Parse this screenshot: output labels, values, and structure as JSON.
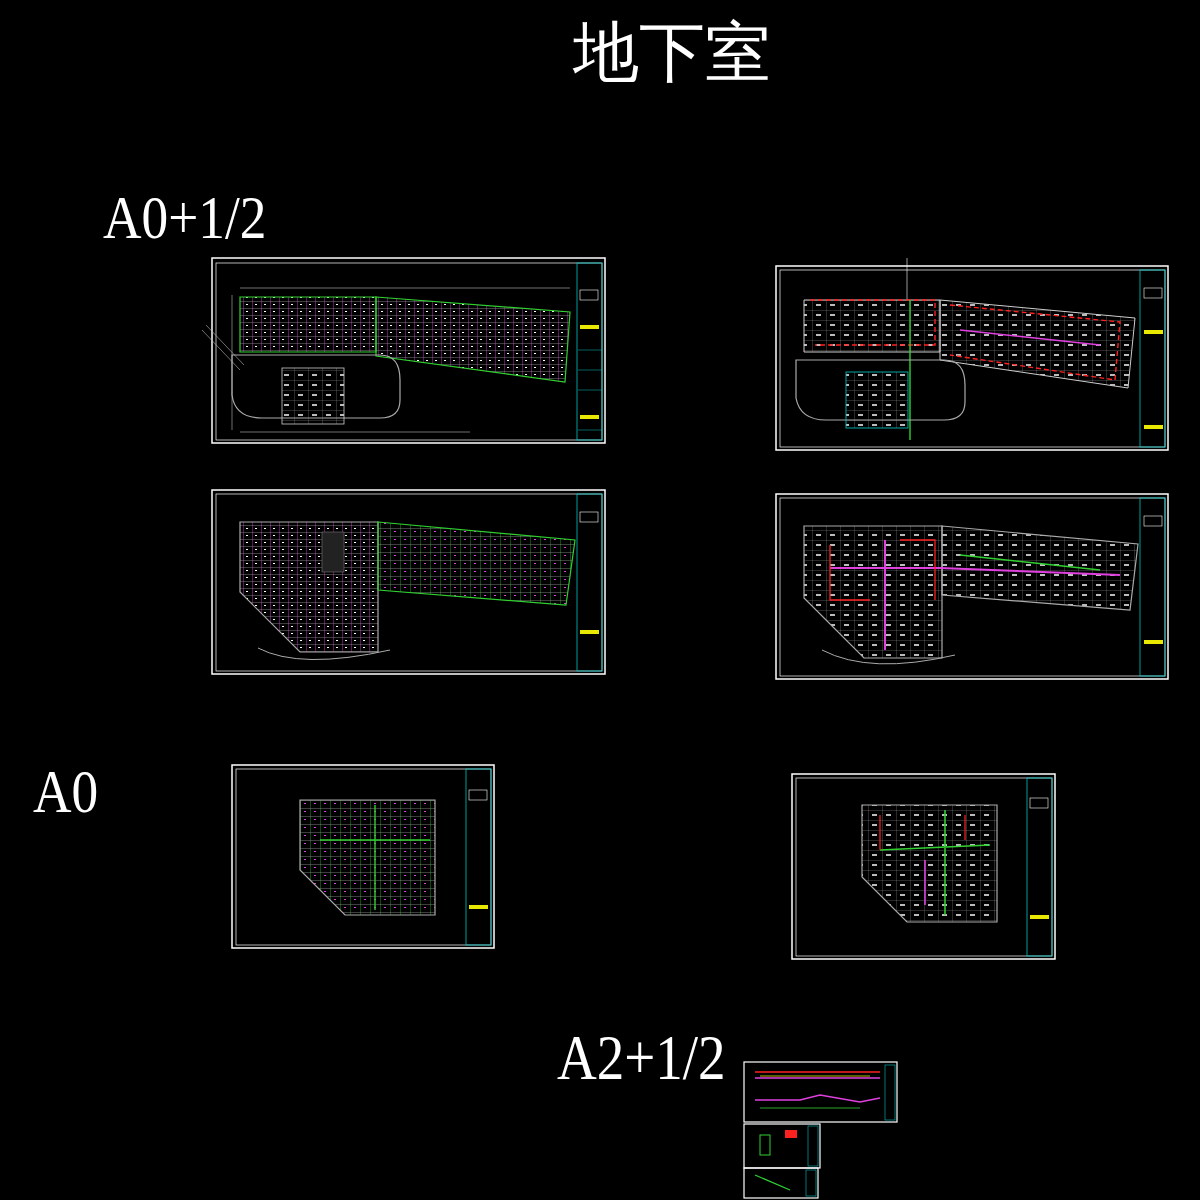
{
  "diagram": {
    "title": "地下室",
    "labels": [
      "A0+1/2",
      "A0",
      "A2+1/2"
    ]
  }
}
